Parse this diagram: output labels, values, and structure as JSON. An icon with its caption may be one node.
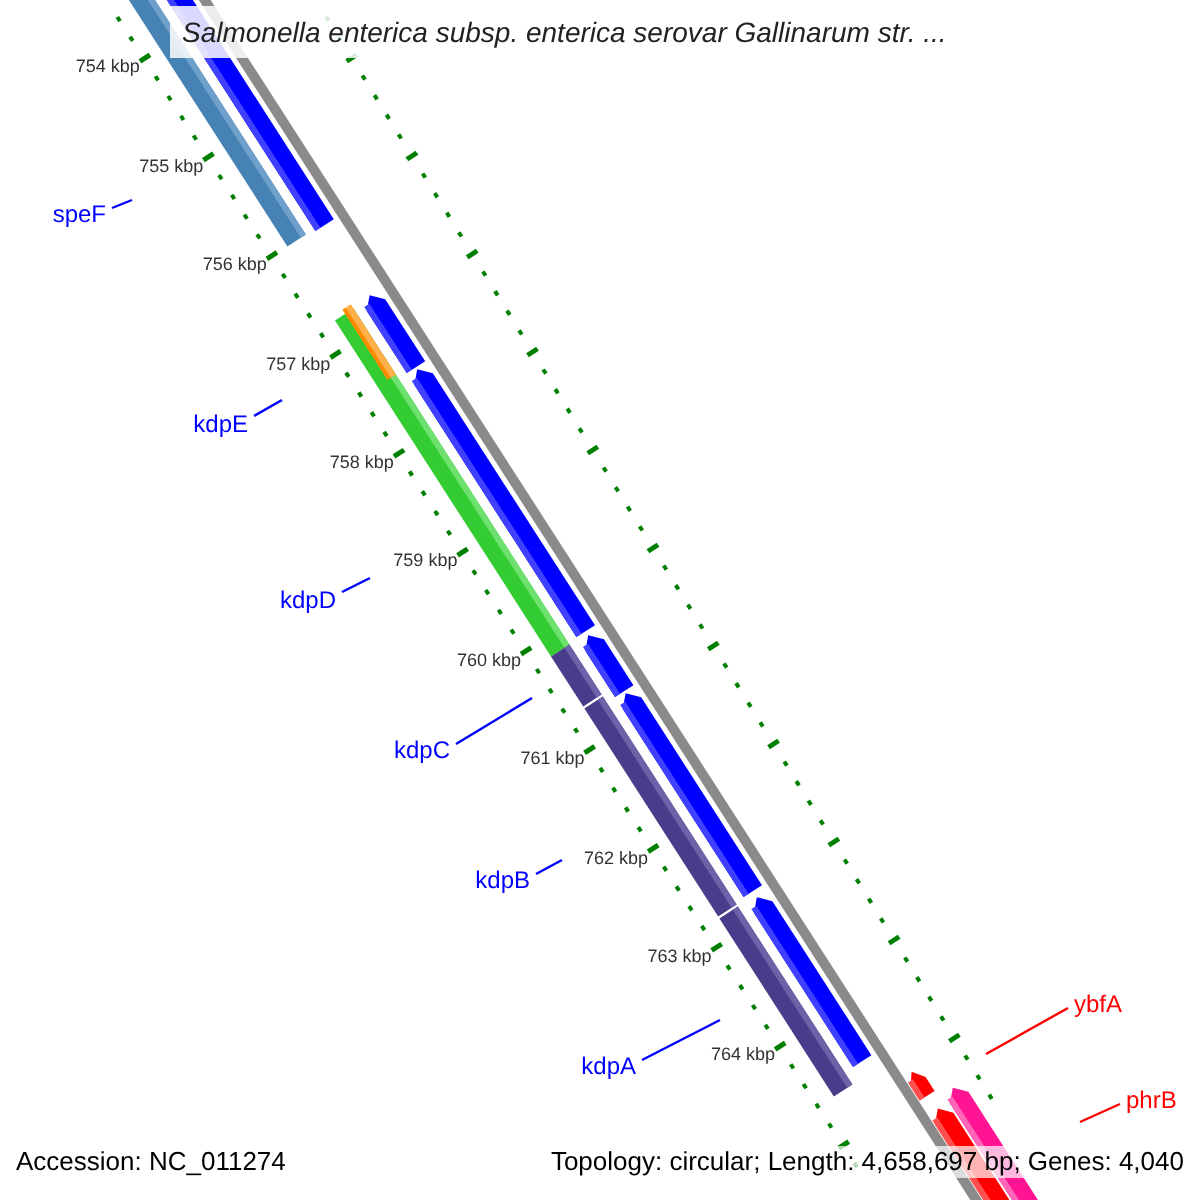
{
  "diagram": {
    "title": "Salmonella enterica subsp. enterica serovar Gallinarum str. ...",
    "nodes": [
      {
        "text": [
          "speF"
        ]
      },
      {
        "text": [
          "kdpE"
        ]
      },
      {
        "text": [
          "kdpD"
        ]
      },
      {
        "text": [
          "kdpC"
        ]
      },
      {
        "text": [
          "kdpB"
        ]
      },
      {
        "text": [
          "kdpA"
        ]
      },
      {
        "text": [
          "ybfA"
        ]
      },
      {
        "text": [
          "phrB"
        ]
      }
    ],
    "edges": [
      {
        "from": 0,
        "to": null,
        "arrow": "none"
      },
      {
        "from": 1,
        "to": null,
        "arrow": "none"
      },
      {
        "from": 2,
        "to": null,
        "arrow": "none"
      },
      {
        "from": 3,
        "to": null,
        "arrow": "none"
      },
      {
        "from": 4,
        "to": null,
        "arrow": "none"
      },
      {
        "from": 5,
        "to": null,
        "arrow": "none"
      },
      {
        "from": 6,
        "to": null,
        "arrow": "none",
        "color": "#ff0000"
      },
      {
        "from": 7,
        "to": null,
        "arrow": "none",
        "color": "#ff0000"
      }
    ],
    "labels": [
      "754 kbp",
      "755 kbp",
      "756 kbp",
      "757 kbp",
      "758 kbp",
      "759 kbp",
      "760 kbp",
      "761 kbp",
      "762 kbp",
      "763 kbp",
      "764 kbp",
      "Accession: NC_011274",
      "Topology: circular; Length: 4,658,697 bp; Genes: 4,040"
    ]
  }
}
